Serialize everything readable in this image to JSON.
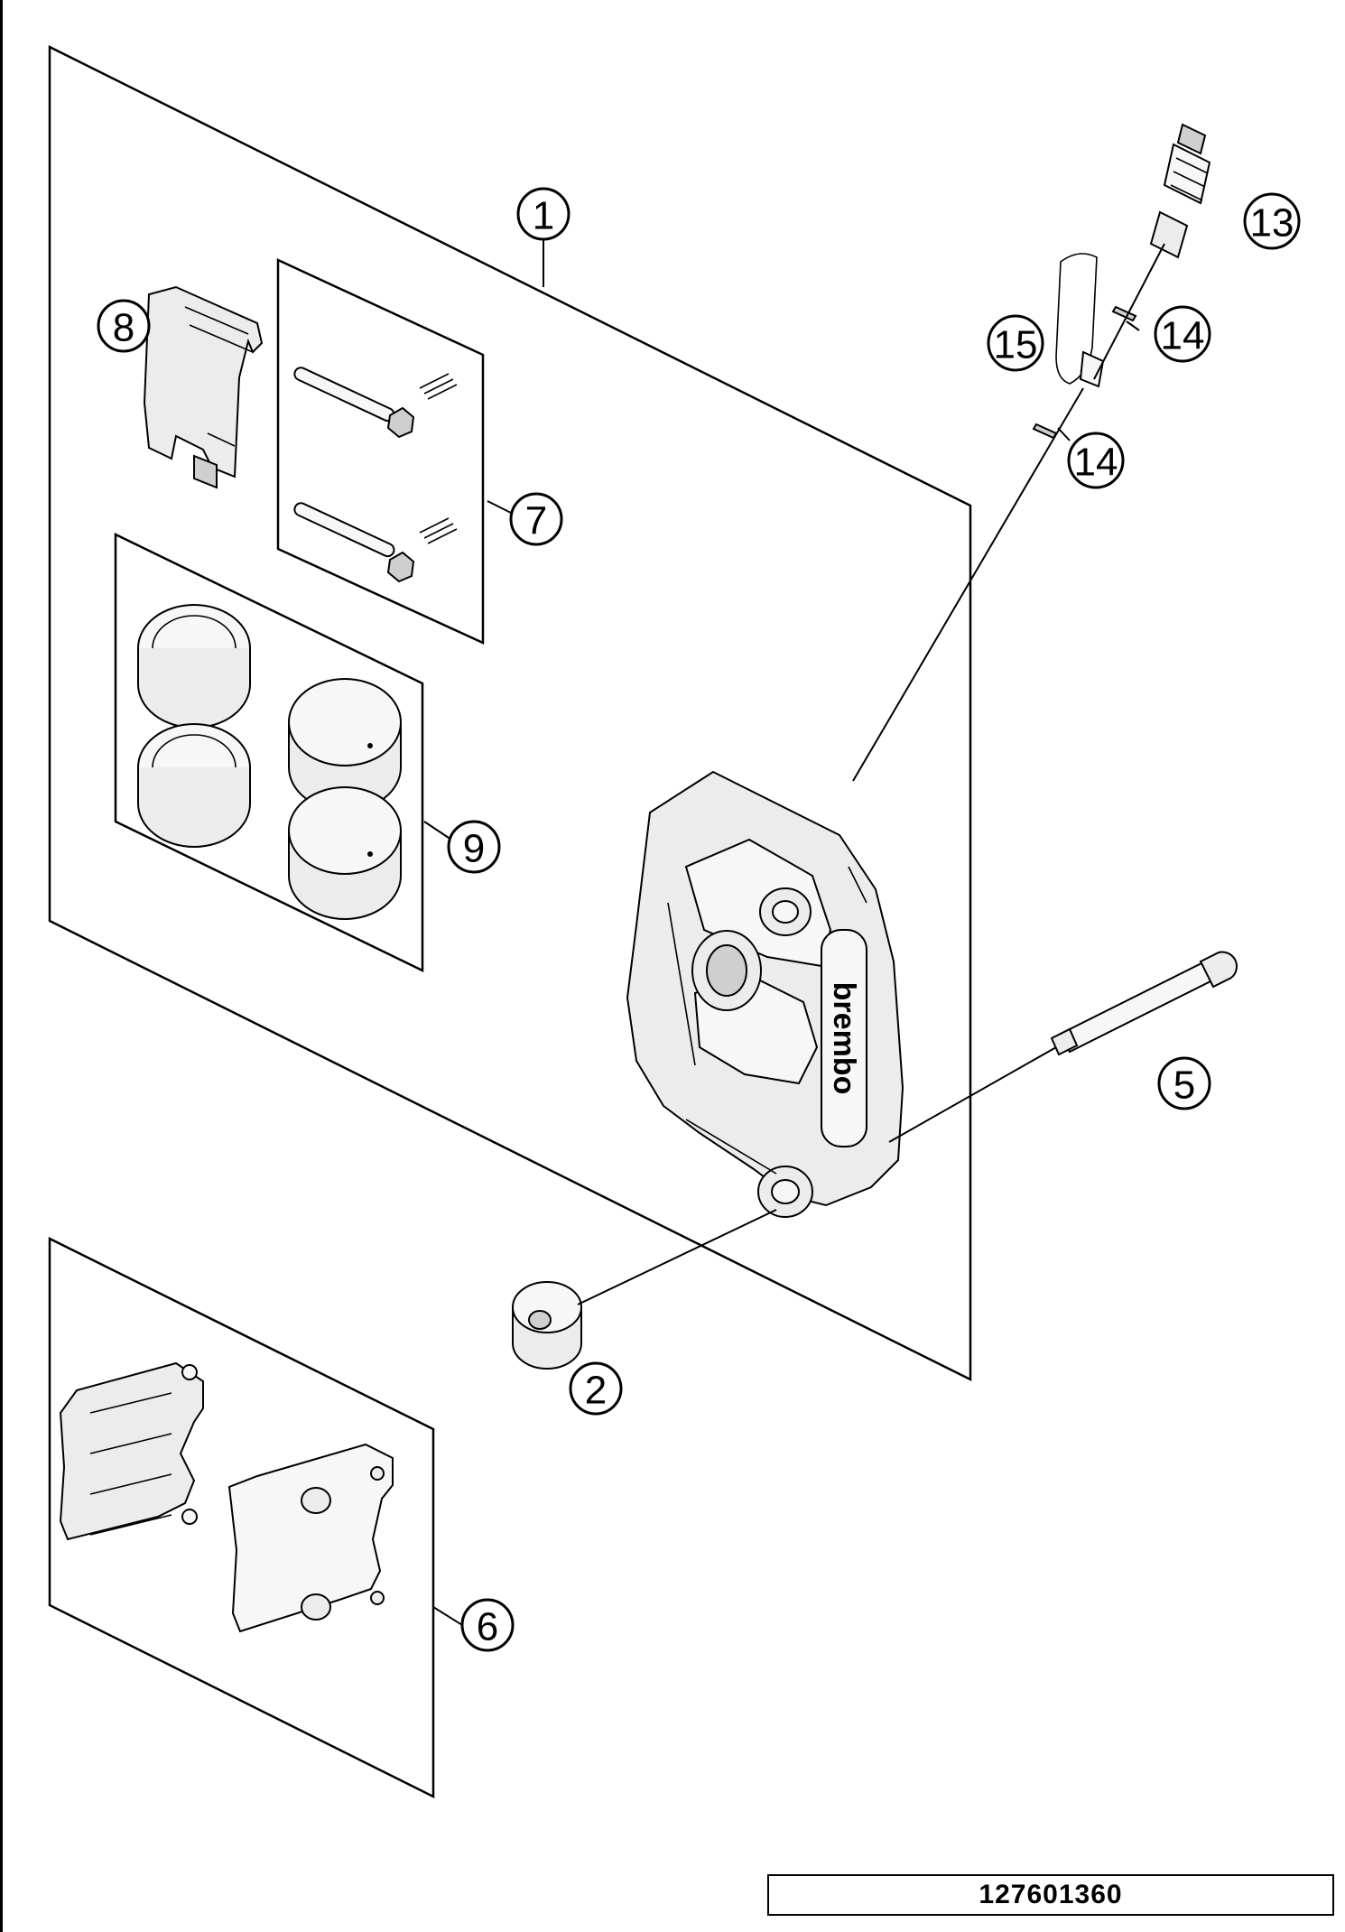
{
  "drawing_number": "127601360",
  "callouts": [
    {
      "id": "callout-1",
      "label": "1"
    },
    {
      "id": "callout-2",
      "label": "2"
    },
    {
      "id": "callout-5",
      "label": "5"
    },
    {
      "id": "callout-6",
      "label": "6"
    },
    {
      "id": "callout-7",
      "label": "7"
    },
    {
      "id": "callout-8",
      "label": "8"
    },
    {
      "id": "callout-9",
      "label": "9"
    },
    {
      "id": "callout-13",
      "label": "13"
    },
    {
      "id": "callout-14a",
      "label": "14"
    },
    {
      "id": "callout-14b",
      "label": "14"
    },
    {
      "id": "callout-15",
      "label": "15"
    }
  ],
  "caliper_brand_text": "brembo"
}
